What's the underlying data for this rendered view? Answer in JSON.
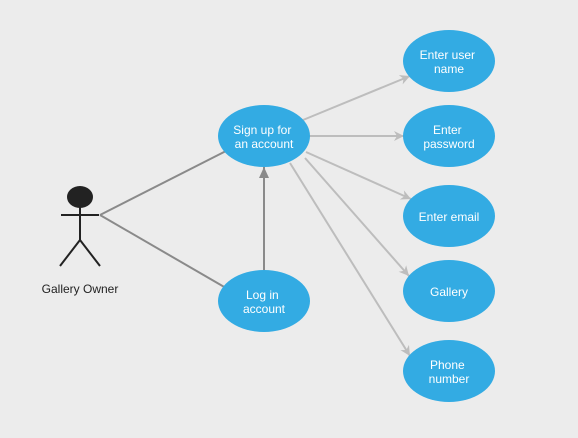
{
  "colors": {
    "background": "#ececec",
    "usecase_fill": "#33abe3",
    "usecase_text": "#ffffff",
    "actor_line": "#222222",
    "assoc_line": "#8a8a8a",
    "include_arrow": "#bdbdbd",
    "generalization_arrow": "#8a8a8a"
  },
  "actor": {
    "label": "Gallery Owner"
  },
  "use_cases": {
    "signup": {
      "lines": [
        "Sign up for",
        "an account"
      ]
    },
    "login": {
      "lines": [
        "Log in",
        "account"
      ]
    },
    "username": {
      "lines": [
        "Enter user",
        "name"
      ]
    },
    "password": {
      "lines": [
        "Enter",
        "password"
      ]
    },
    "email": {
      "lines": [
        "Enter email"
      ]
    },
    "gallery": {
      "lines": [
        "Gallery"
      ]
    },
    "phone": {
      "lines": [
        "Phone",
        "number"
      ]
    }
  },
  "relations": [
    {
      "from": "actor",
      "to": "signup",
      "kind": "association"
    },
    {
      "from": "actor",
      "to": "login",
      "kind": "association"
    },
    {
      "from": "login",
      "to": "signup",
      "kind": "generalization"
    },
    {
      "from": "signup",
      "to": "username",
      "kind": "directed"
    },
    {
      "from": "signup",
      "to": "password",
      "kind": "directed"
    },
    {
      "from": "signup",
      "to": "email",
      "kind": "directed"
    },
    {
      "from": "signup",
      "to": "gallery",
      "kind": "directed"
    },
    {
      "from": "signup",
      "to": "phone",
      "kind": "directed"
    }
  ]
}
